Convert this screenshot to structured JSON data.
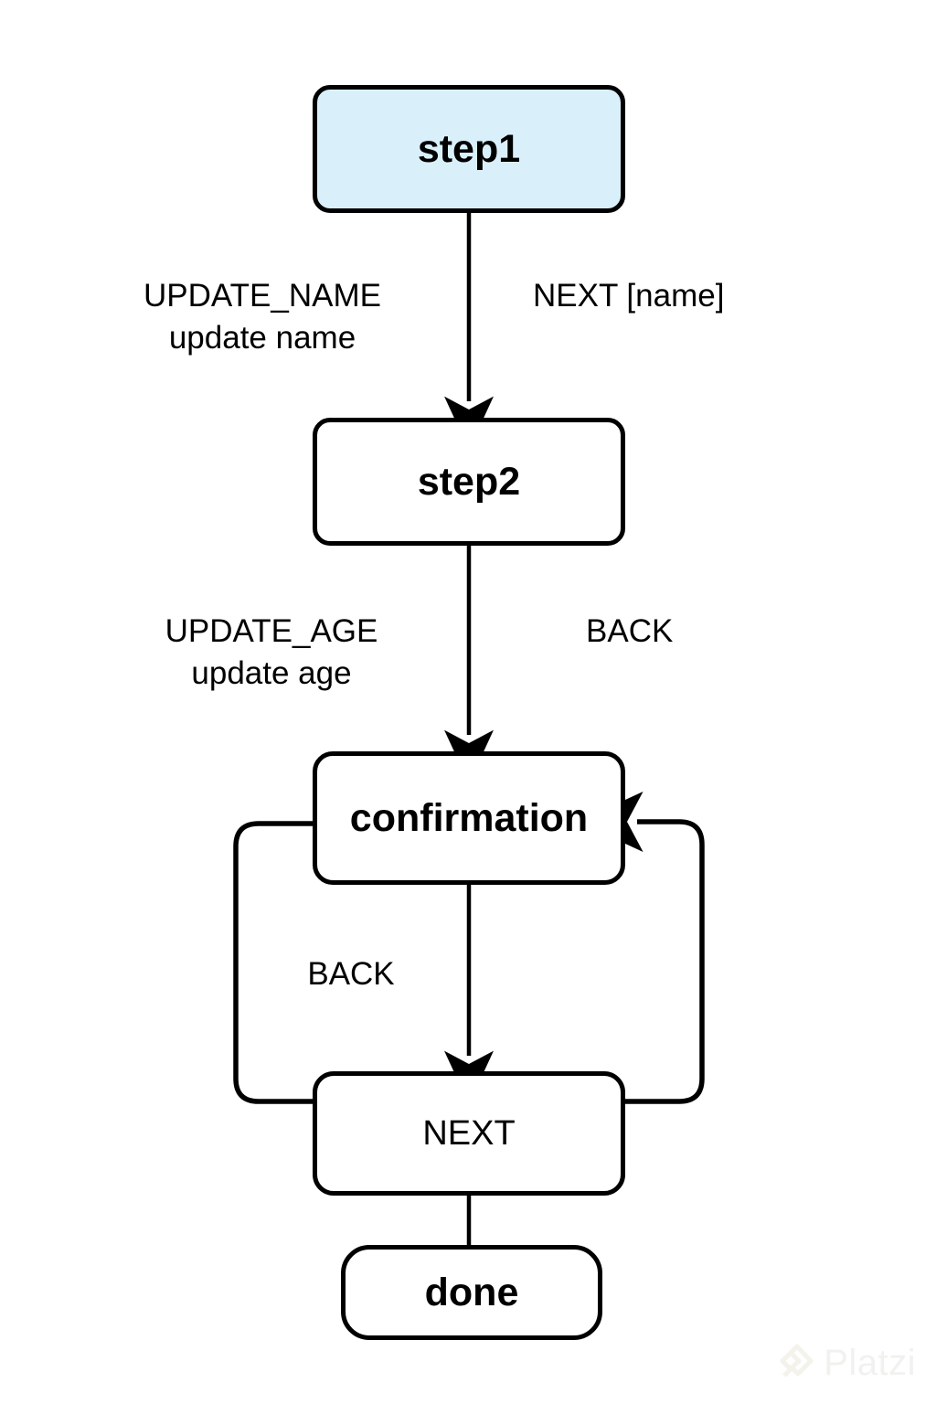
{
  "diagram": {
    "type": "state-machine-flowchart",
    "direction": "top-to-bottom",
    "background_color": "#ffffff",
    "stroke_color": "#000000",
    "highlight_fill": "#d9f0fb",
    "nodes": [
      {
        "id": "step1",
        "label": "step1",
        "fill": "#d9f0fb",
        "emphasis": "bold"
      },
      {
        "id": "step2",
        "label": "step2",
        "fill": "#ffffff",
        "emphasis": "bold"
      },
      {
        "id": "confirmation",
        "label": "confirmation",
        "fill": "#ffffff",
        "emphasis": "bold"
      },
      {
        "id": "next",
        "label": "NEXT",
        "fill": "#ffffff",
        "emphasis": "normal"
      },
      {
        "id": "done",
        "label": "done",
        "fill": "#ffffff",
        "emphasis": "bold"
      }
    ],
    "edges": [
      {
        "from": "step1",
        "to": "step2",
        "label": "UPDATE_NAME\nupdate name",
        "side": "left",
        "arrow": true
      },
      {
        "from": "step1",
        "to": "step2",
        "label": "NEXT [name]",
        "side": "right",
        "arrow": true
      },
      {
        "from": "step2",
        "to": "confirmation",
        "label": "UPDATE_AGE\nupdate age",
        "side": "left",
        "arrow": true
      },
      {
        "from": "step2",
        "to": "confirmation",
        "label": "BACK",
        "side": "right",
        "arrow": true
      },
      {
        "from": "confirmation",
        "to": "next",
        "label": "",
        "side": "center",
        "arrow": true
      },
      {
        "from": "confirmation",
        "to": "next",
        "label": "BACK",
        "side": "left",
        "arrow": false
      },
      {
        "from": "next",
        "to": "confirmation",
        "label": "",
        "side": "right",
        "arrow": true
      },
      {
        "from": "next",
        "to": "done",
        "label": "",
        "side": "center",
        "arrow": false
      }
    ]
  },
  "labels": {
    "update_name": "UPDATE_NAME\nupdate name",
    "next_name": "NEXT [name]",
    "update_age": "UPDATE_AGE\nupdate age",
    "back_step2": "BACK",
    "back_confirmation": "BACK"
  },
  "nodes": {
    "step1": "step1",
    "step2": "step2",
    "confirmation": "confirmation",
    "next": "NEXT",
    "done": "done"
  },
  "watermark": {
    "text": "Platzi",
    "color": "#f1f1ef"
  }
}
